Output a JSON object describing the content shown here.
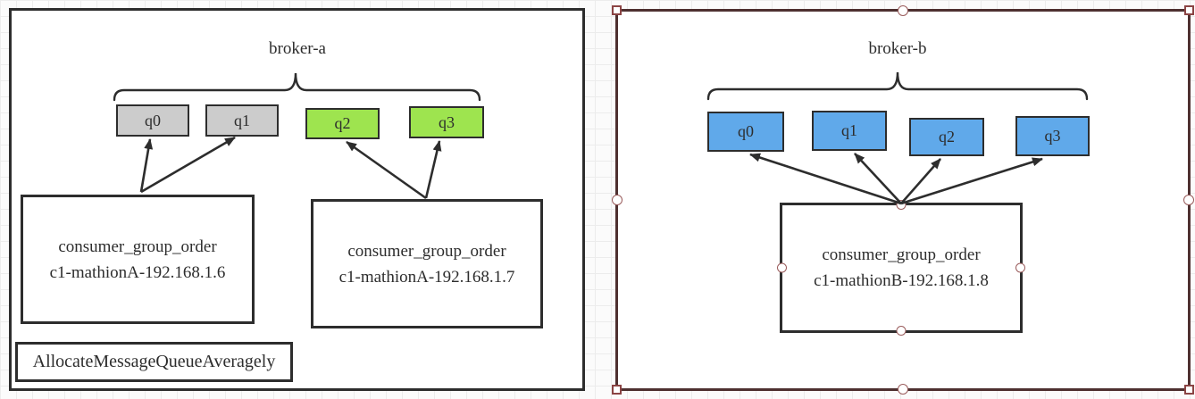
{
  "colors": {
    "shape_stroke": "#2d2d2d",
    "text": "#2d2d2d",
    "queue_gray": "#cccccc",
    "queue_green": "#9ee44f",
    "queue_blue": "#60a9ea",
    "selection_border": "#4e3030",
    "handle_stroke": "#9a5c5c"
  },
  "panels": [
    {
      "title": "broker-a",
      "queues": [
        {
          "label": "q0"
        },
        {
          "label": "q1"
        },
        {
          "label": "q2"
        },
        {
          "label": "q3"
        }
      ],
      "consumers": [
        {
          "line1": "consumer_group_order",
          "line2": "c1-mathionA-192.168.1.6"
        },
        {
          "line1": "consumer_group_order",
          "line2": "c1-mathionA-192.168.1.7"
        }
      ],
      "note": "AllocateMessageQueueAveragely",
      "selected": false
    },
    {
      "title": "broker-b",
      "queues": [
        {
          "label": "q0"
        },
        {
          "label": "q1"
        },
        {
          "label": "q2"
        },
        {
          "label": "q3"
        }
      ],
      "consumers": [
        {
          "line1": "consumer_group_order",
          "line2": "c1-mathionB-192.168.1.8"
        }
      ],
      "selected": true
    }
  ]
}
